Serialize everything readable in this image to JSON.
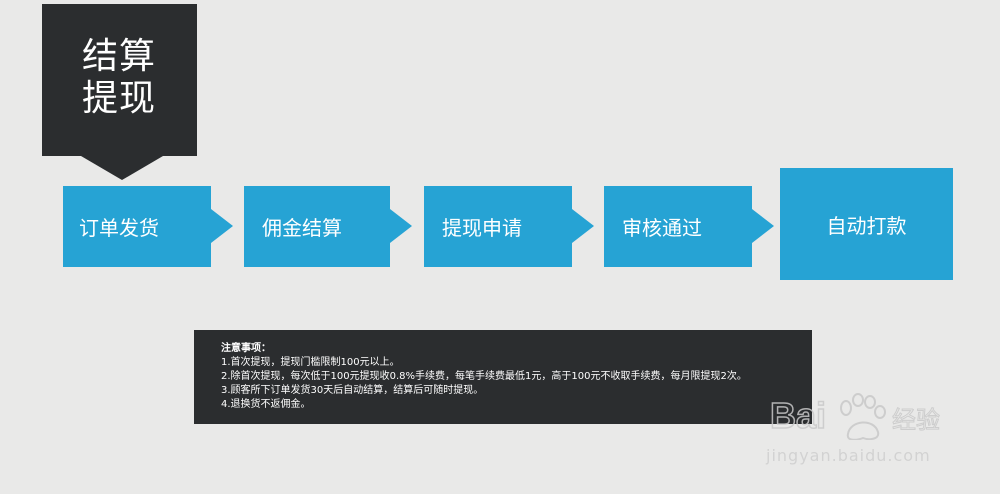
{
  "title": {
    "line1": "结算",
    "line2": "提现"
  },
  "steps": [
    {
      "label": "订单发货"
    },
    {
      "label": "佣金结算"
    },
    {
      "label": "提现申请"
    },
    {
      "label": "审核通过"
    },
    {
      "label": "自动打款"
    }
  ],
  "notes": {
    "heading": "注意事项：",
    "items": [
      "1.首次提现，提现门槛限制100元以上。",
      "2.除首次提现，每次低于100元提现收0.8%手续费，每笔手续费最低1元，高于100元不收取手续费，每月限提现2次。",
      "3.顾客所下订单发货30天后自动结算，结算后可随时提现。",
      "4.退换货不返佣金。"
    ]
  },
  "watermark": {
    "brand": "Baidu经验",
    "url": "jingyan.baidu.com"
  },
  "colors": {
    "background": "#e9e9e8",
    "dark": "#2b2d2f",
    "accent": "#26a3d4"
  }
}
